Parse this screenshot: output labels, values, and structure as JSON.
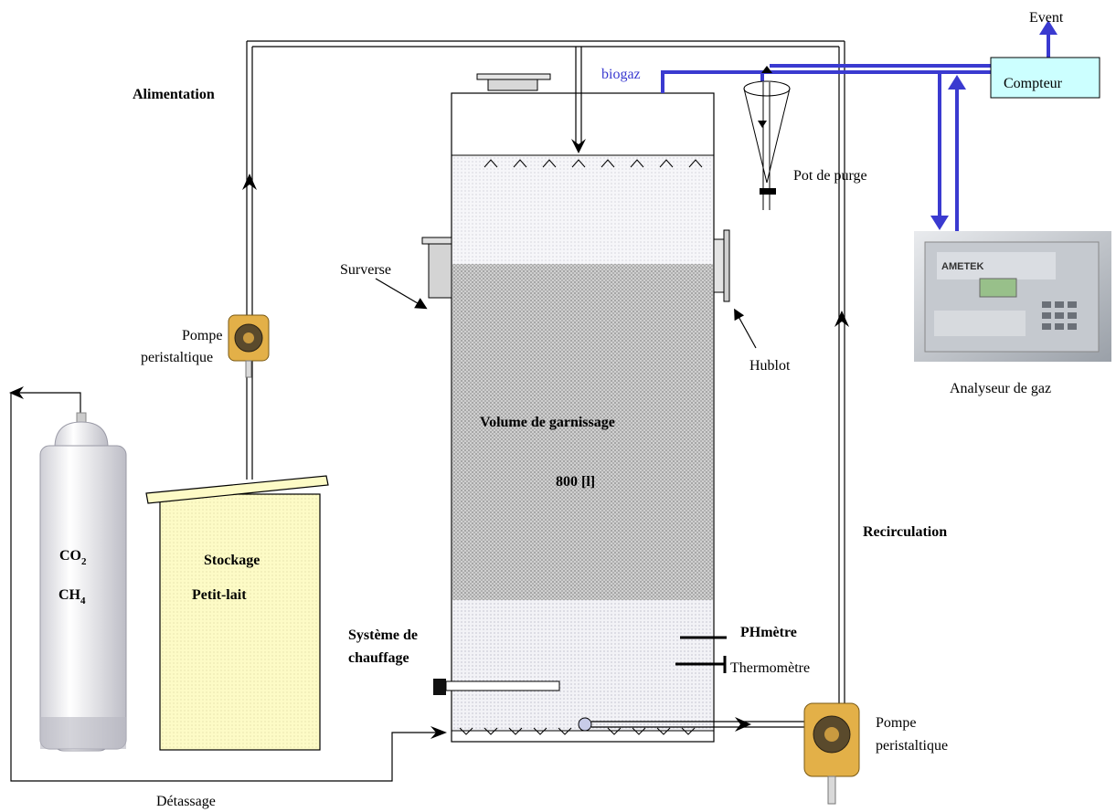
{
  "labels": {
    "event": "Event",
    "compteur": "Compteur",
    "biogaz": "biogaz",
    "alimentation": "Alimentation",
    "pot_de_purge": "Pot de  purge",
    "surverse": "Surverse",
    "hublot": "Hublot",
    "pompe_1_line1": "Pompe",
    "pompe_1_line2": "peristaltique",
    "analyseur": "Analyseur de gaz",
    "volume": "Volume de garnissage",
    "volume_value": "800 [l]",
    "recirculation": "Recirculation",
    "co2_main": "CO",
    "co2_sub": "2",
    "ch4_main": "CH",
    "ch4_sub": "4",
    "stockage_line1": "Stockage",
    "stockage_line2": "Petit-lait",
    "chauffage_line1": "Système de",
    "chauffage_line2": "chauffage",
    "phmetre": "PHmètre",
    "thermometre": "Thermomètre",
    "pompe_2_line1": "Pompe",
    "pompe_2_line2": "peristaltique",
    "detassage": "Détassage",
    "ametek": "AMETEK"
  },
  "colors": {
    "gas_line": "#3a3ad0",
    "compteur_fill": "#ccffff",
    "stockage_fill": "#fdfbc6",
    "packing_fill": "#b8b8b8",
    "bottom_fill": "#e2e2e6"
  }
}
